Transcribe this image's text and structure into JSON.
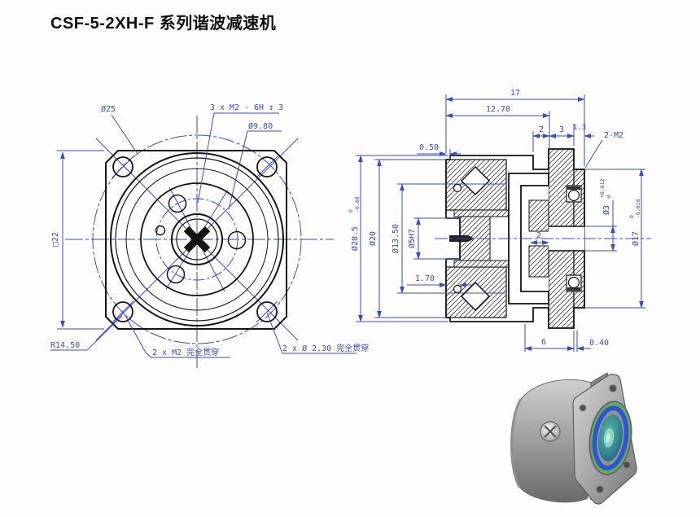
{
  "title": "CSF-5-2XH-F 系列谐波减速机",
  "colors": {
    "dimension_blue": "#3b4cc4",
    "line_black": "#141414",
    "background": "#fdfdfd",
    "product_body_gray": "#a8a8a8",
    "product_ring_blue": "#2b55d4",
    "product_ring_green": "#55b43a",
    "product_disc_teal": "#2e8290",
    "product_hub_teal": "#8fd6c6"
  },
  "front_view": {
    "label_d25": "Ø25",
    "label_tapped": "3 x M2 - 6H ↧ 3",
    "label_d980": "Ø9.80",
    "label_square": "□22",
    "label_r1450": "R14.50",
    "label_2xm2": "2 x M2 完全贯穿",
    "label_2xd230": "2 x Ø 2.30 完全贯穿"
  },
  "section_view": {
    "len_total": "17",
    "len_body": "12.70",
    "len_seg2": "2",
    "len_seg3": "3",
    "len_seg13": "1.3",
    "len_lip": "0.50",
    "label_2m2": "2-M2",
    "d205": "Ø20.5",
    "d205_tol_up": "0",
    "d205_tol_dn": "-0.08",
    "d20": "Ø20",
    "d135": "Ø13.50",
    "d5": "Ø5H7",
    "len_170": "1.70",
    "len_center2": "2",
    "d3": "Ø3",
    "d3_tol_up": "+0.012",
    "d3_tol_dn": "0",
    "d17": "Ø17",
    "d17_tol_up": "0",
    "d17_tol_dn": "-0.018",
    "len_6": "6",
    "len_040": "0.40"
  }
}
